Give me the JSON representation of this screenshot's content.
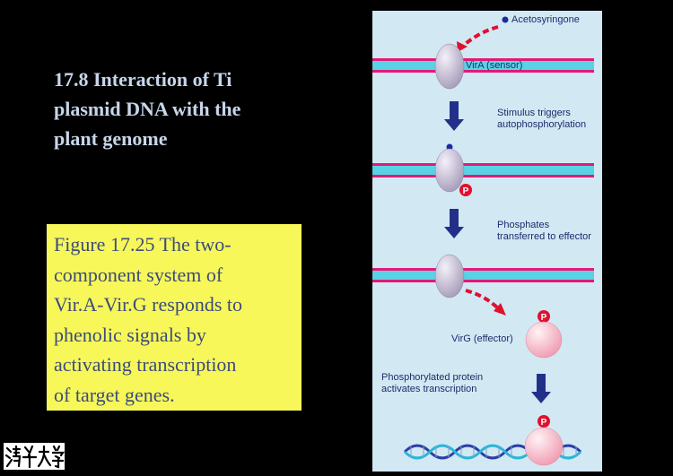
{
  "slide": {
    "title": "17.8 Interaction of Ti\nplasmid DNA with the\nplant genome",
    "caption": "Figure 17.25 The two-\ncomponent system of\nVir.A-Vir.G responds to\nphenolic signals by\nactivating transcription\nof target genes."
  },
  "figure": {
    "acetosyringone_label": "Acetosyringone",
    "vira_label": "VirA (sensor)",
    "stimulus_label_line1": "Stimulus triggers",
    "stimulus_label_line2": "autophosphorylation",
    "phosphate_label_line1": "Phosphates",
    "phosphate_label_line2": "transferred to effector",
    "virg_label": "VirG (effector)",
    "activation_label_line1": "Phosphorylated protein",
    "activation_label_line2": "activates transcription",
    "phosphate_mark": "P"
  },
  "colors": {
    "panel_bg": "#d2e8f3",
    "membrane": "#e11a76",
    "membrane_core": "#5ad2e6",
    "sensor_protein": "#b9b0c8",
    "effector_protein": "#f6b6c4",
    "phosphate": "#e0102e",
    "signal_dot": "#1c2aa0",
    "arrow": "#22308a",
    "caption_bg": "#f7f75a"
  },
  "logo": {
    "name": "tsinghua-university-calligraphy-logo",
    "text": "清华大学"
  }
}
